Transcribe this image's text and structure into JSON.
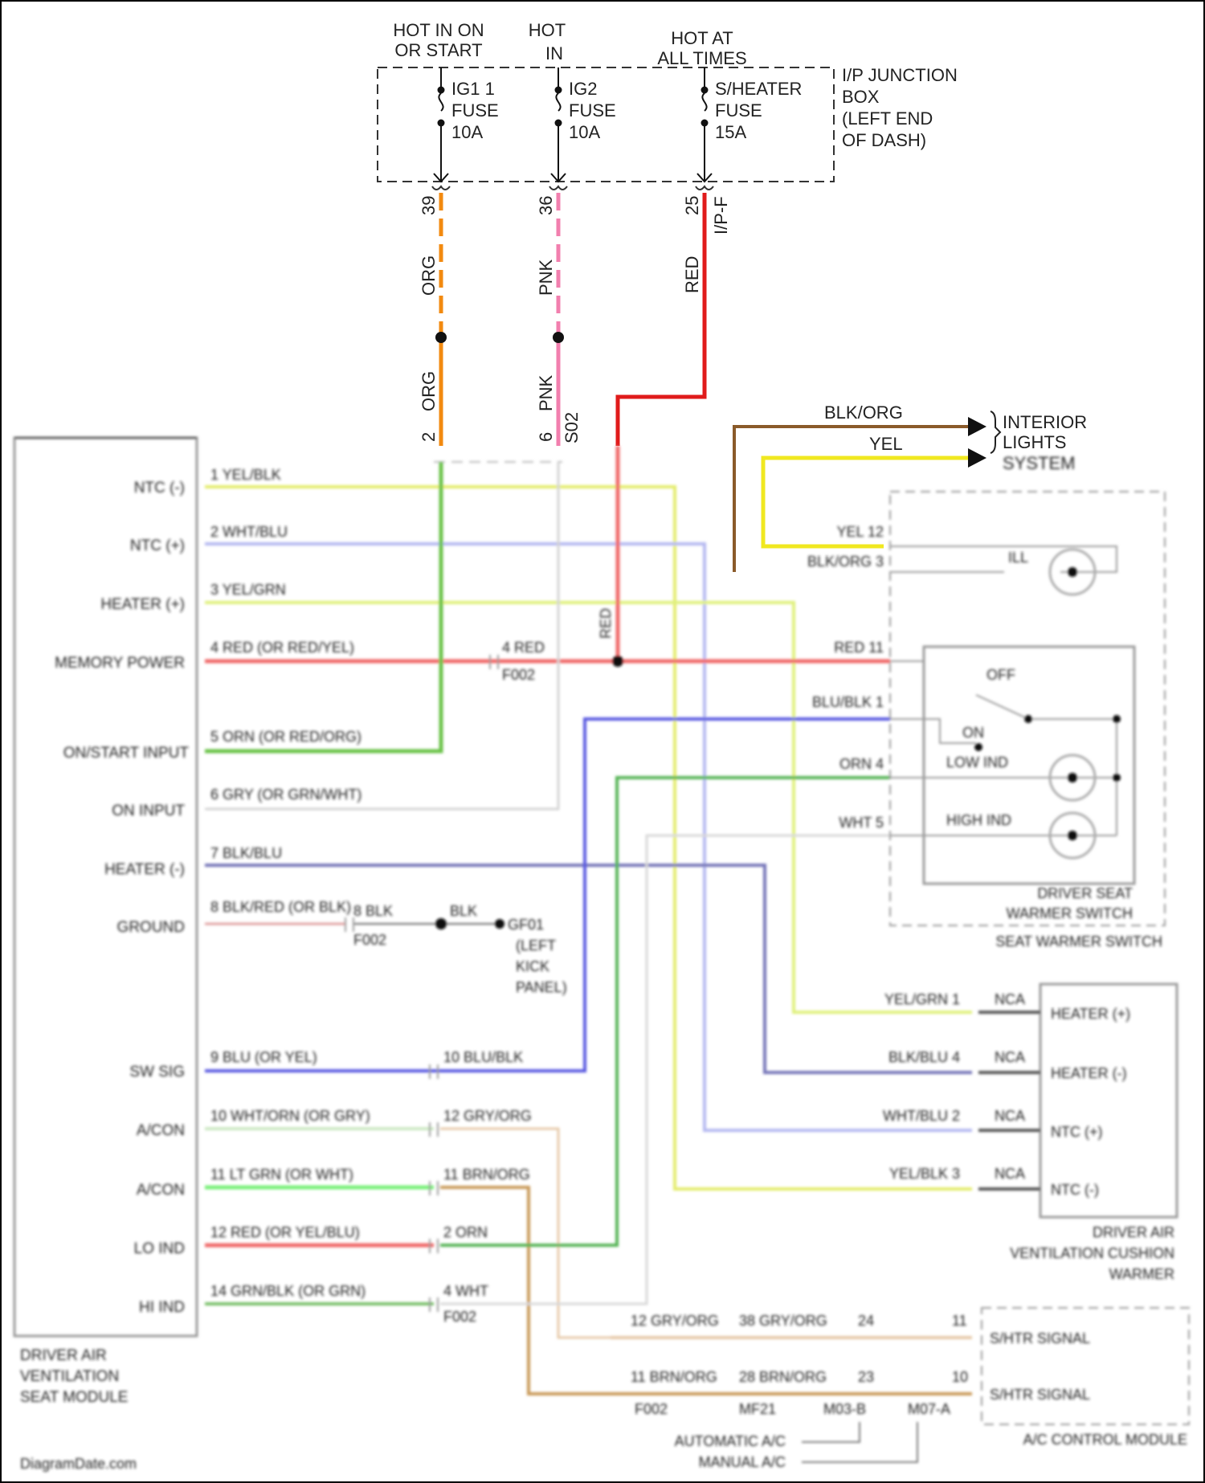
{
  "top": {
    "hot_ig1": [
      "HOT IN ON",
      "OR START"
    ],
    "hot_ig2": [
      "HOT",
      "IN"
    ],
    "hot_always": [
      "HOT AT",
      "ALL TIMES"
    ],
    "fuse_ig1": [
      "IG1 1",
      "FUSE",
      "10A"
    ],
    "fuse_ig2": [
      "IG2",
      "FUSE",
      "10A"
    ],
    "fuse_heater": [
      "S/HEATER",
      "FUSE",
      "15A"
    ],
    "junction_box": [
      "I/P JUNCTION",
      "BOX",
      "(LEFT END",
      "OF DASH)"
    ],
    "pin_39": "39",
    "pin_36": "36",
    "pin_25": "25",
    "conn_ipf": "I/P-F",
    "wire_org_1": "ORG",
    "wire_org_2": "ORG",
    "wire_pnk_1": "PNK",
    "wire_pnk_2": "PNK",
    "wire_red": "RED",
    "pin_2": "2",
    "pin_6": "6",
    "conn_s02": "S02"
  },
  "interior": {
    "wire_blk_org": "BLK/ORG",
    "wire_yel": "YEL",
    "label": [
      "INTERIOR",
      "LIGHTS",
      "SYSTEM"
    ]
  },
  "module": {
    "pins": [
      {
        "name": "NTC (-)",
        "num": "1",
        "wire": "YEL/BLK"
      },
      {
        "name": "NTC (+)",
        "num": "2",
        "wire": "WHT/BLU"
      },
      {
        "name": "HEATER (+)",
        "num": "3",
        "wire": "YEL/GRN"
      },
      {
        "name": "MEMORY POWER",
        "num": "4",
        "wire": "RED (OR RED/YEL)"
      },
      {
        "name": "ON/START INPUT",
        "num": "5",
        "wire": "ORN (OR RED/ORG)"
      },
      {
        "name": "ON INPUT",
        "num": "6",
        "wire": "GRY (OR GRN/WHT)"
      },
      {
        "name": "HEATER (-)",
        "num": "7",
        "wire": "BLK/BLU"
      },
      {
        "name": "GROUND",
        "num": "8",
        "wire": "BLK/RED (OR BLK)"
      },
      {
        "name": "SW SIG",
        "num": "9",
        "wire": "BLU (OR YEL)"
      },
      {
        "name": "A/CON",
        "num": "10",
        "wire": "WHT/ORN (OR GRY)"
      },
      {
        "name": "A/CON",
        "num": "11",
        "wire": "LT GRN (OR WHT)"
      },
      {
        "name": "LO IND",
        "num": "12",
        "wire": "RED (OR YEL/BLU)"
      },
      {
        "name": "HI IND",
        "num": "14",
        "wire": "GRN/BLK (OR GRN)"
      }
    ],
    "label": [
      "DRIVER AIR",
      "VENTILATION",
      "SEAT MODULE"
    ]
  },
  "mid": {
    "red_pin": "4 RED",
    "conn_f002a": "F002",
    "ground_pin": "8 BLK",
    "ground_conn": "F002",
    "ground_wire": "BLK",
    "ground_point": [
      "GF01",
      "(LEFT",
      "KICK",
      "PANEL)"
    ],
    "s02_wire": "RED"
  },
  "switch": {
    "pin_12": "YEL 12",
    "pin_3": "BLK/ORG 3",
    "pin_11": "RED 11",
    "pin_1": "BLU/BLK 1",
    "pin_4": "ORN 4",
    "pin_5": "WHT 5",
    "ill": "ILL",
    "off": "OFF",
    "on": "ON",
    "low_ind": "LOW IND",
    "high_ind": "HIGH IND",
    "label_inner": [
      "DRIVER SEAT",
      "WARMER SWITCH"
    ],
    "label_outer": "SEAT WARMER SWITCH"
  },
  "cushion": {
    "rows": [
      {
        "wire": "YEL/GRN 1",
        "nca": "NCA",
        "name": "HEATER (+)"
      },
      {
        "wire": "BLK/BLU 4",
        "nca": "NCA",
        "name": "HEATER (-)"
      },
      {
        "wire": "WHT/BLU 2",
        "nca": "NCA",
        "name": "NTC (+)"
      },
      {
        "wire": "YEL/BLK 3",
        "nca": "NCA",
        "name": "NTC (-)"
      }
    ],
    "label": [
      "DRIVER AIR",
      "VENTILATION CUSHION",
      "WARMER"
    ]
  },
  "lower": {
    "f002_rows": [
      {
        "pin": "10",
        "wire": "BLU/BLK"
      },
      {
        "pin": "12",
        "wire": "GRY/ORG"
      },
      {
        "pin": "11",
        "wire": "BRN/ORG"
      },
      {
        "pin": "2",
        "wire": "ORN"
      },
      {
        "pin": "4",
        "wire": "WHT"
      }
    ],
    "f002_label": "F002",
    "chain_top": [
      "12 GRY/ORG",
      "38 GRY/ORG",
      "24",
      "11"
    ],
    "chain_bot": [
      "11 BRN/ORG",
      "28 BRN/ORG",
      "23",
      "10"
    ],
    "conns": [
      "F002",
      "MF21",
      "M03-B",
      "M07-A"
    ],
    "signals": [
      "S/HTR SIGNAL",
      "S/HTR SIGNAL"
    ],
    "ac_module": "A/C CONTROL MODULE",
    "auto_ac": "AUTOMATIC A/C",
    "manual_ac": "MANUAL A/C"
  },
  "footer": "DiagramDate.com"
}
